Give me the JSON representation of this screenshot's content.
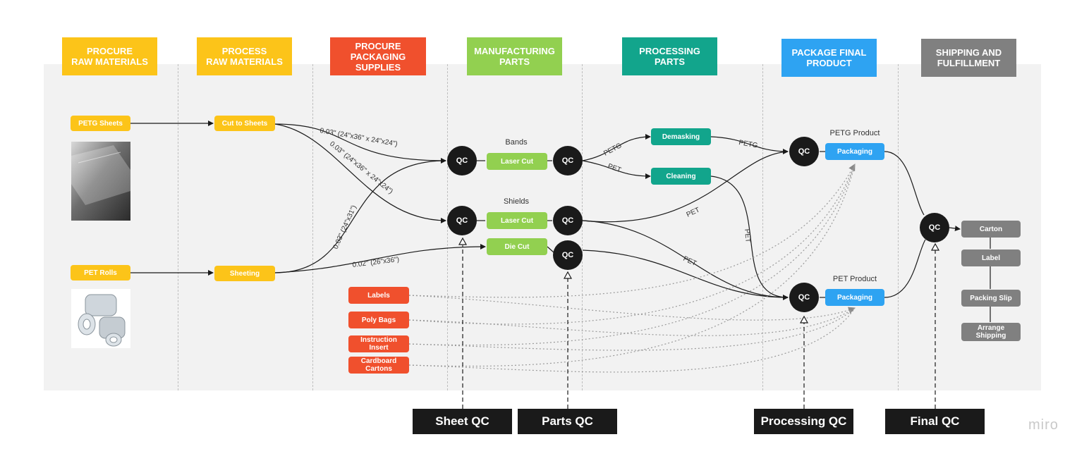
{
  "colors": {
    "yellow": "#fcc419",
    "red": "#f0502d",
    "lime": "#92d050",
    "teal": "#12a58c",
    "blue": "#2ea3f2",
    "gray": "#808080",
    "dark": "#1a1a1a"
  },
  "stages": [
    "PROCURE\nRAW MATERIALS",
    "PROCESS\nRAW MATERIALS",
    "PROCURE\nPACKAGING\nSUPPLIES",
    "MANUFACTURING\nPARTS",
    "PROCESSING\nPARTS",
    "PACKAGE FINAL\nPRODUCT",
    "SHIPPING AND\nFULFILLMENT"
  ],
  "raw_materials": [
    "PETG Sheets",
    "PET Rolls"
  ],
  "processing": [
    "Cut to Sheets",
    "Sheeting"
  ],
  "packaging_supplies": [
    "Labels",
    "Poly Bags",
    "Instruction\nInsert",
    "Cardboard\nCartons"
  ],
  "manufacturing": {
    "bands_label": "Bands",
    "shields_label": "Shields",
    "laser_cut_bands": "Laser Cut",
    "laser_cut_shields": "Laser Cut",
    "die_cut": "Die Cut"
  },
  "processing_parts": [
    "Demasking",
    "Cleaning"
  ],
  "package": {
    "petg_product_label": "PETG Product",
    "pet_product_label": "PET Product",
    "packaging": "Packaging"
  },
  "shipping": [
    "Carton",
    "Label",
    "Packing Slip",
    "Arrange\nShipping"
  ],
  "qc": "QC",
  "edge_labels": {
    "cut_to_bands": "0.03\" (24\"x36\" x 24\"x24\")",
    "cut_to_shields": "0.03\" (24\"x36\" x 24\"x24\")",
    "sheeting_to_bands": "0.03\" (24\"x31\")",
    "sheeting_to_diecut": "0.02\" (26\"x36\")",
    "petg_1": "PETG",
    "petg_2": "PETG",
    "pet_1": "PET",
    "pet_2": "PET",
    "pet_3": "PET",
    "pet_4": "PET"
  },
  "qc_points": [
    "Sheet QC",
    "Parts QC",
    "Processing QC",
    "Final QC"
  ],
  "watermark": "miro",
  "icons": [
    "petg-sheet-photo",
    "pet-rolls-photo"
  ]
}
